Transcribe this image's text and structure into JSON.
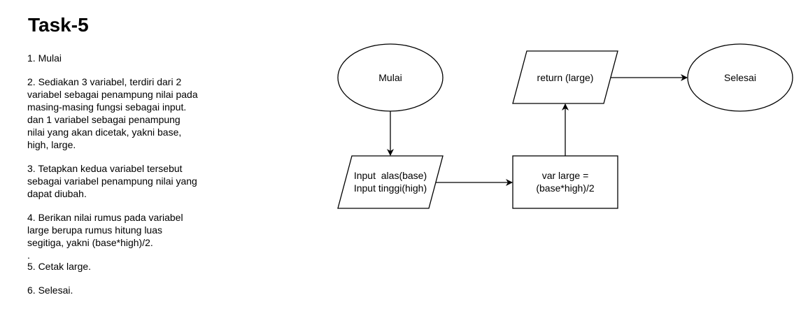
{
  "page": {
    "title": "Task-5"
  },
  "steps": [
    {
      "lines": [
        "1. Mulai"
      ]
    },
    {
      "lines": [
        "2. Sediakan 3 variabel, terdiri dari 2",
        "variabel sebagai penampung nilai pada",
        "masing-masing fungsi sebagai input.",
        "dan 1 variabel sebagai penampung",
        "nilai yang akan dicetak, yakni base,",
        "high, large."
      ]
    },
    {
      "lines": [
        "3. Tetapkan kedua variabel tersebut",
        "sebagai variabel penampung nilai yang",
        "dapat diubah."
      ]
    },
    {
      "lines": [
        "4. Berikan nilai rumus pada variabel",
        "large berupa rumus hitung luas",
        "segitiga, yakni (base*high)/2."
      ]
    },
    {
      "lines": [
        "."
      ]
    },
    {
      "lines": [
        "5. Cetak large."
      ]
    },
    {
      "lines": [
        "6. Selesai."
      ]
    }
  ],
  "flowchart": {
    "start": {
      "label": "Mulai"
    },
    "input": {
      "lines": [
        "Input  alas(base)",
        "Input tinggi(high)"
      ]
    },
    "process": {
      "lines": [
        "var large =",
        "(base*high)/2"
      ]
    },
    "output": {
      "label": "return (large)"
    },
    "end": {
      "label": "Selesai"
    }
  },
  "colors": {
    "stroke": "#000000",
    "fill": "#ffffff",
    "text": "#000000"
  }
}
